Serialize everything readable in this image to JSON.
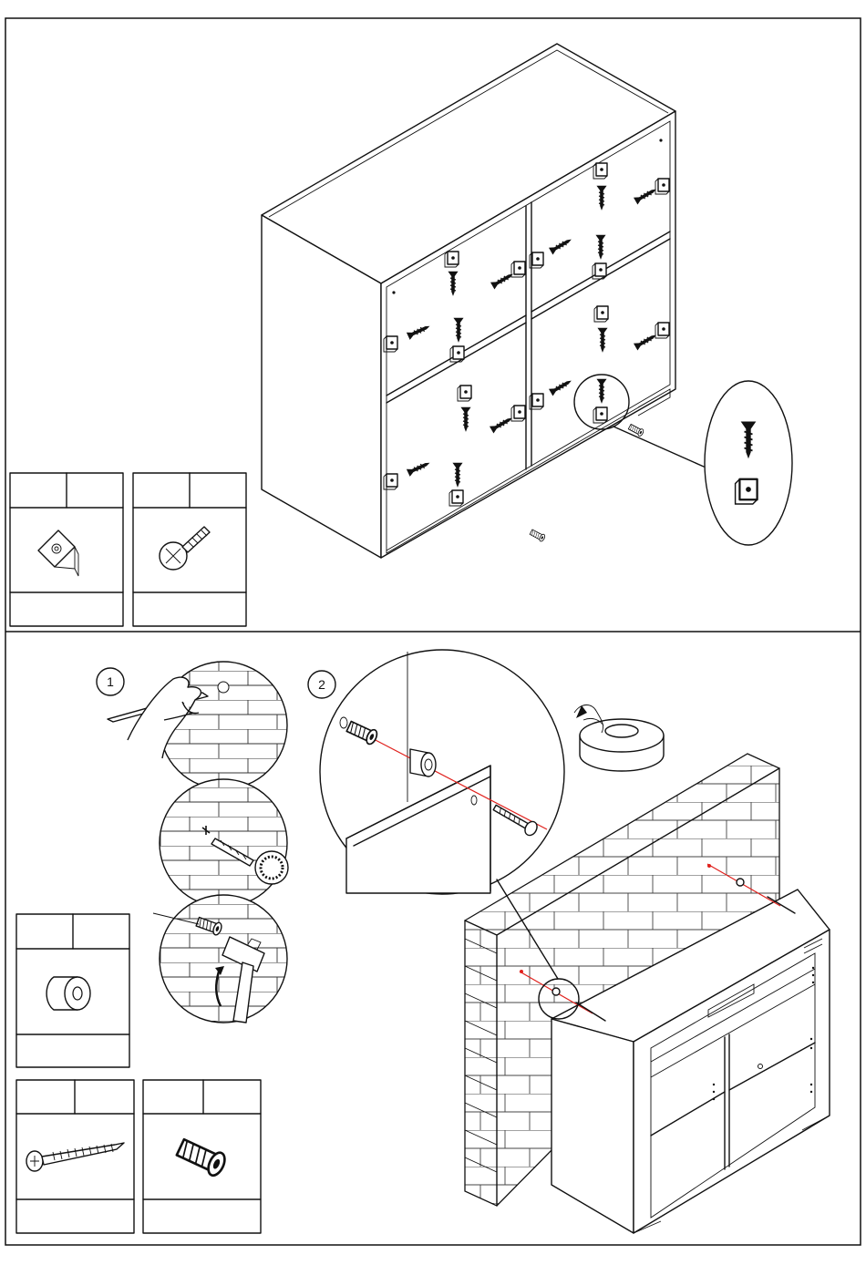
{
  "panels": {
    "top": {
      "name": "assembly-view-brackets"
    },
    "bottom": {
      "name": "wall-anchoring-view"
    }
  },
  "steps": [
    {
      "number": "1"
    },
    {
      "number": "2"
    }
  ],
  "icons": [
    "bracket-icon",
    "screw-icon",
    "spacer-icon",
    "long-screw-icon",
    "wall-plug-icon",
    "tape-roll-icon",
    "hammer-icon",
    "drill-icon",
    "pencil-icon"
  ],
  "colors": {
    "line": "#111111",
    "guide": "#e0201c",
    "background": "#ffffff"
  }
}
